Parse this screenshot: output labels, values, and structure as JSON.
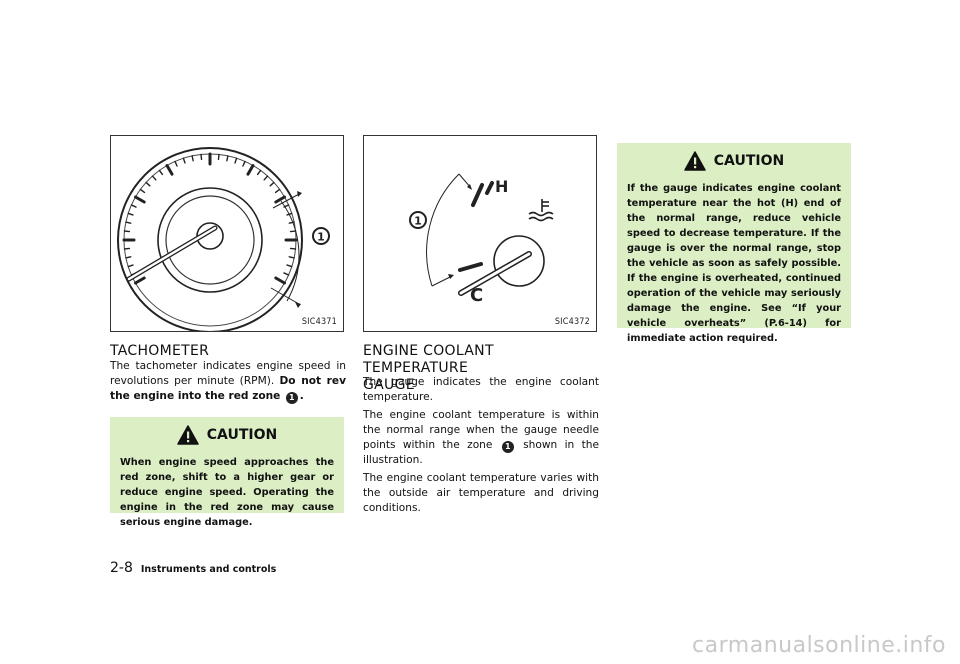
{
  "tachometer_section": {
    "figure_id": "SIC4371",
    "callout": "1",
    "heading": "TACHOMETER",
    "para_intro": "The tachometer indicates engine speed in revolutions per minute (RPM).",
    "para_bold": "Do not rev the engine into the red zone",
    "para_end": ".",
    "caution": {
      "title": "CAUTION",
      "text": "When engine speed approaches the red zone, shift to a higher gear or reduce engine speed. Operating the engine in the red zone may cause serious engine damage."
    }
  },
  "coolant_section": {
    "figure_id": "SIC4372",
    "gauge_h": "H",
    "gauge_c": "C",
    "callout": "1",
    "heading_line1": "ENGINE COOLANT TEMPERATURE",
    "heading_line2": "GAUGE",
    "para1": "The gauge indicates the engine coolant temperature.",
    "para2_start": "The engine coolant temperature is within the normal range when the gauge needle points within the zone",
    "para2_end": "shown in the illustration.",
    "para3": "The engine coolant temperature varies with the outside air temperature and driving conditions."
  },
  "right_caution": {
    "title": "CAUTION",
    "text": "If the gauge indicates engine coolant temperature near the hot (H) end of the normal range, reduce vehicle speed to decrease temperature. If the gauge is over the normal range, stop the vehicle as soon as safely possible. If the engine is overheated, continued operation of the vehicle may seriously damage the engine. See “If your vehicle overheats” (P.6-14) for immediate action required."
  },
  "footer": {
    "page_number": "2-8",
    "section_title": "Instruments and controls"
  },
  "watermark": "carmanualsonline.info",
  "colors": {
    "caution_bg": "#dcefc4",
    "watermark": "#c8c8c8"
  }
}
